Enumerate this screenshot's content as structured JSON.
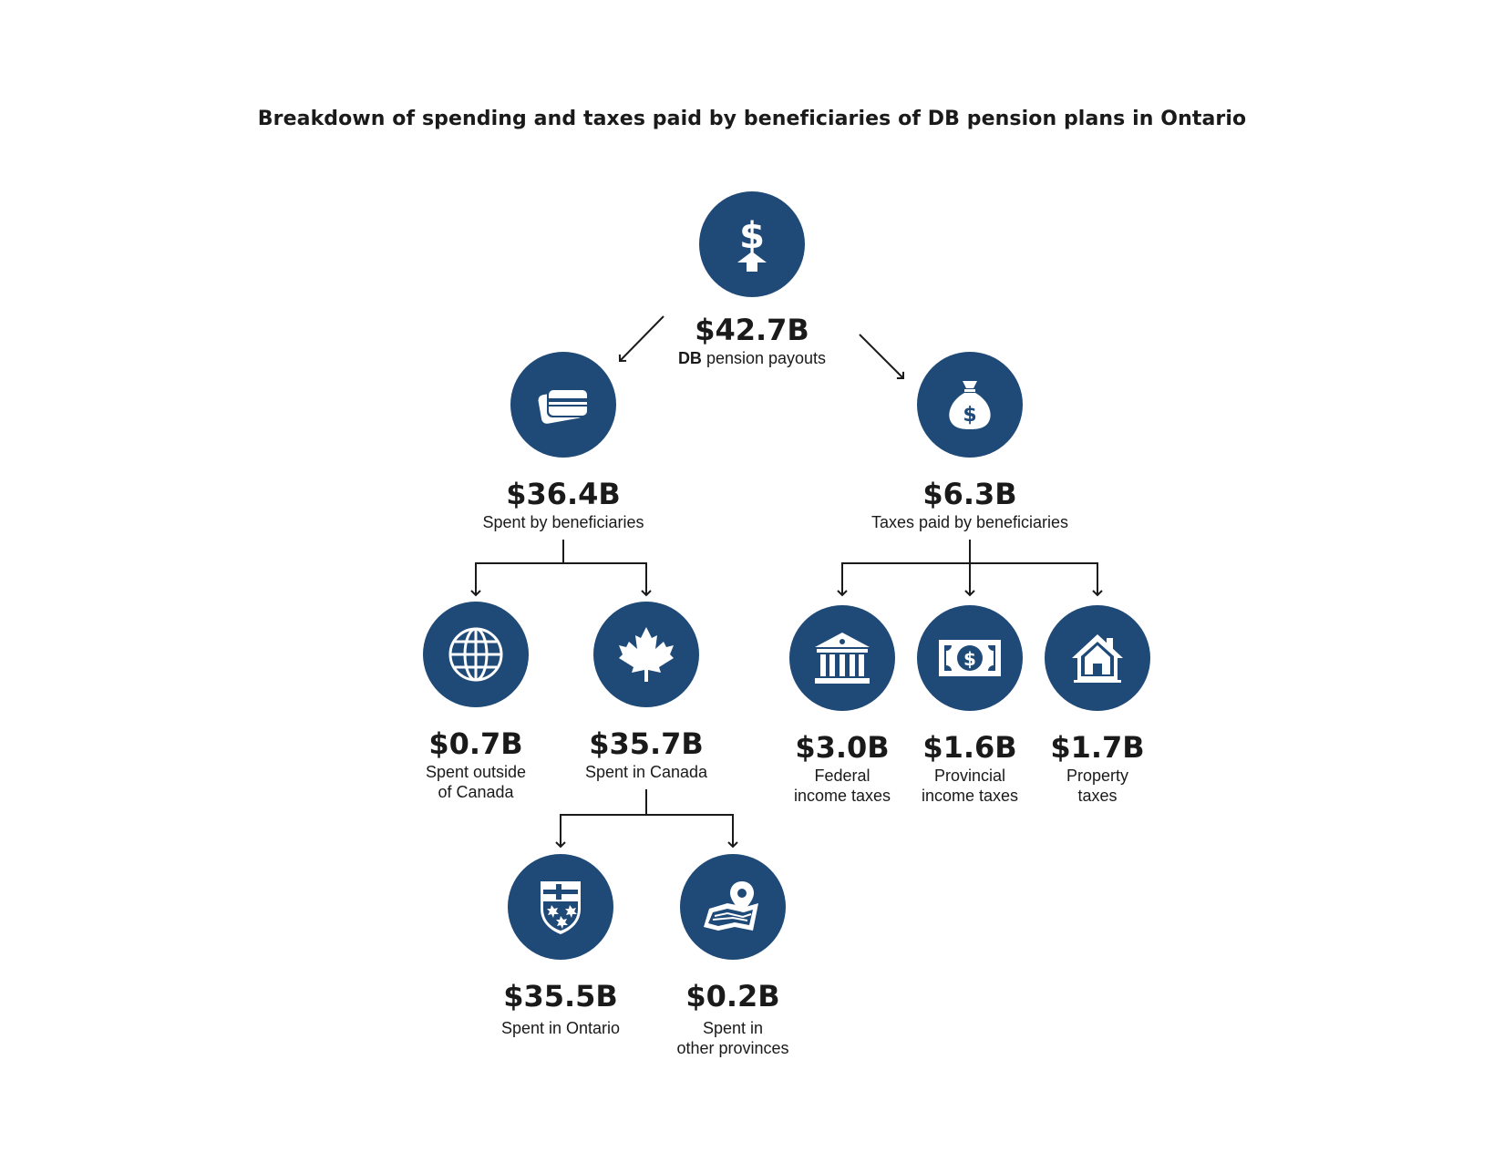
{
  "title": "Breakdown of spending and taxes paid by beneficiaries of DB pension plans in Ontario",
  "colors": {
    "circle": "#1f4a78",
    "icon": "#ffffff",
    "text": "#1a1a1a",
    "line": "#1a1a1a"
  },
  "root": {
    "value": "$42.7B",
    "label_bold": "DB",
    "label_rest": " pension payouts",
    "icon": "dollar-up-arrow-icon"
  },
  "spent": {
    "value": "$36.4B",
    "label": "Spent by beneficiaries",
    "icon": "credit-card-icon"
  },
  "taxes": {
    "value": "$6.3B",
    "label": "Taxes paid by beneficiaries",
    "icon": "money-bag-icon"
  },
  "outside": {
    "value": "$0.7B",
    "label1": "Spent outside",
    "label2": "of Canada",
    "icon": "globe-icon"
  },
  "canada": {
    "value": "$35.7B",
    "label1": "Spent in Canada",
    "icon": "maple-leaf-icon"
  },
  "federal": {
    "value": "$3.0B",
    "label1": "Federal",
    "label2": "income taxes",
    "icon": "bank-building-icon"
  },
  "provincial": {
    "value": "$1.6B",
    "label1": "Provincial",
    "label2": "income taxes",
    "icon": "banknote-icon"
  },
  "property": {
    "value": "$1.7B",
    "label1": "Property",
    "label2": "taxes",
    "icon": "house-icon"
  },
  "ontario": {
    "value": "$35.5B",
    "label1": "Spent in Ontario",
    "icon": "ontario-shield-icon"
  },
  "other": {
    "value": "$0.2B",
    "label1": "Spent in",
    "label2": "other provinces",
    "icon": "map-pin-icon"
  }
}
